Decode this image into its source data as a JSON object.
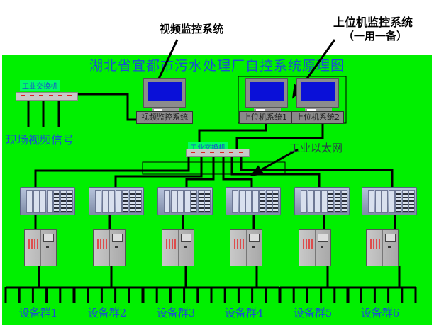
{
  "callouts": {
    "video_system": "视频监控系统",
    "host_system_line1": "上位机监控系统",
    "host_system_line2": "（一用一备）"
  },
  "title": "湖北省宜都市污水处理厂自控系统原理图",
  "switches": {
    "field_switch_label": "工业交换机",
    "core_switch_label": "工业交换机"
  },
  "field_video_signal_label": "现场视频信号",
  "computers": [
    {
      "label": "视频监控系统"
    },
    {
      "label": "上位机系统1"
    },
    {
      "label": "上位机系统2"
    }
  ],
  "ethernet_label": "工业以太网",
  "equipment_groups": [
    {
      "label": "设备群1"
    },
    {
      "label": "设备群2"
    },
    {
      "label": "设备群3"
    },
    {
      "label": "设备群4"
    },
    {
      "label": "设备群5"
    },
    {
      "label": "设备群6"
    }
  ],
  "colors": {
    "background": "#00f000",
    "title_text": "#1a4fd0",
    "screen": "#0a10d8",
    "port_led": "#e02020"
  }
}
